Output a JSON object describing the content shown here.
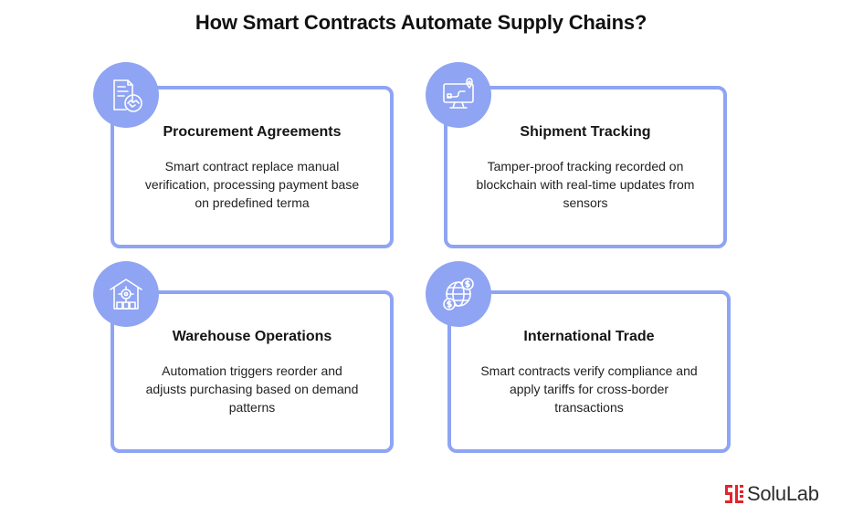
{
  "title": "How Smart Contracts Automate Supply Chains?",
  "cards": [
    {
      "title": "Procurement Agreements",
      "description": "Smart contract replace manual verification, processing payment base on predefined terma",
      "icon": "contract-handshake-icon"
    },
    {
      "title": "Shipment Tracking",
      "description": "Tamper-proof tracking recorded on blockchain with real-time updates from sensors",
      "icon": "monitor-location-icon"
    },
    {
      "title": "Warehouse Operations",
      "description": "Automation triggers reorder and adjusts purchasing based on demand patterns",
      "icon": "warehouse-gear-icon"
    },
    {
      "title": "International Trade",
      "description": "Smart contracts verify compliance and apply tariffs for cross-border transactions",
      "icon": "globe-currency-icon"
    }
  ],
  "logo": {
    "text": "SoluLab",
    "accent_color": "#e0262b"
  },
  "colors": {
    "accent": "#8fa4f3",
    "icon_stroke": "#ffffff"
  }
}
